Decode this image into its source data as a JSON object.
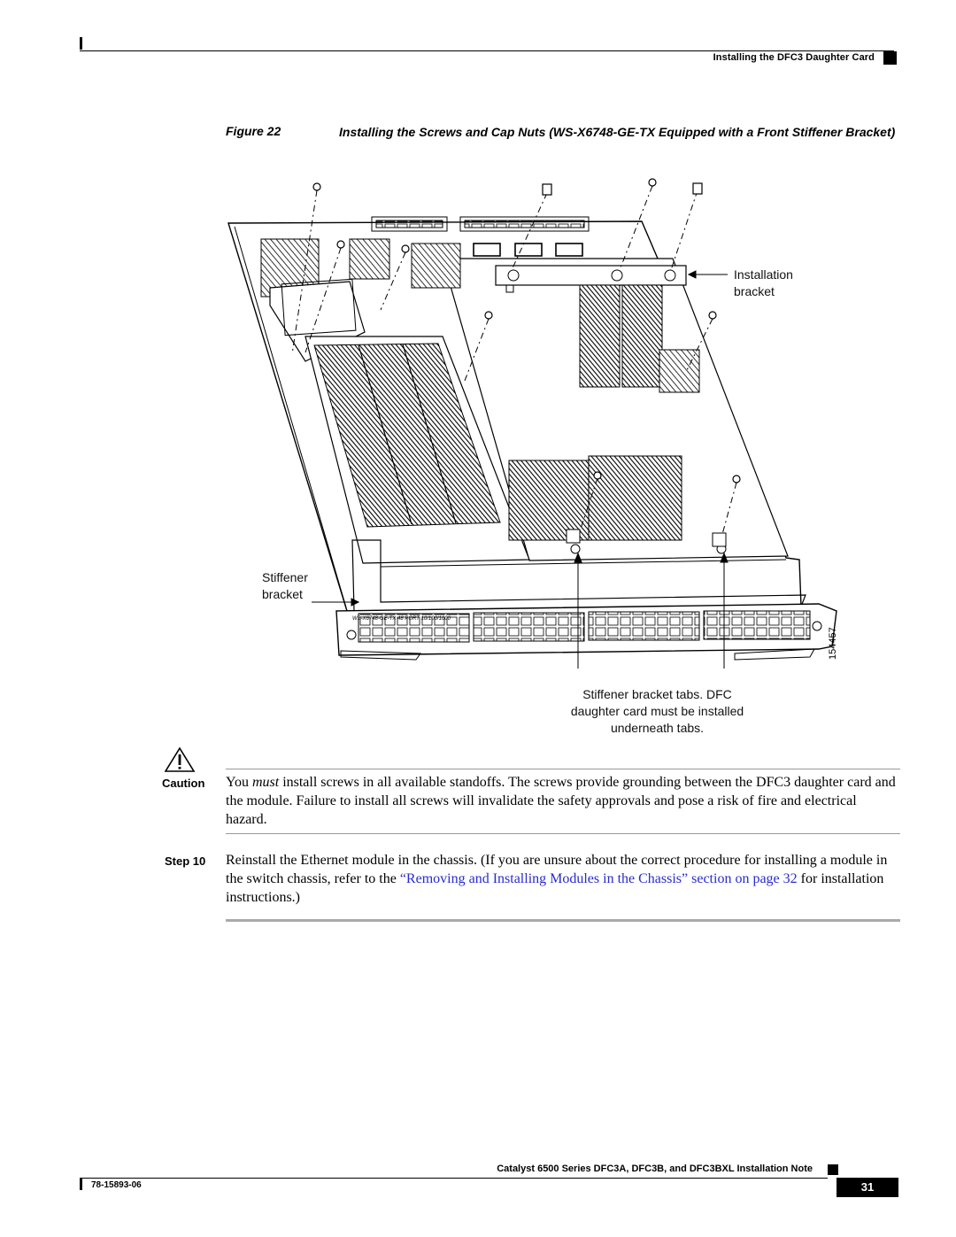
{
  "header": {
    "section_title": "Installing the DFC3 Daughter Card"
  },
  "figure": {
    "label": "Figure 22",
    "caption": "Installing the Screws and Cap Nuts (WS-X6748-GE-TX Equipped with a Front Stiffener Bracket)",
    "callouts": {
      "installation_bracket": [
        "Installation",
        "bracket"
      ],
      "stiffener_bracket": [
        "Stiffener",
        "bracket"
      ],
      "tabs_note": [
        "Stiffener bracket tabs. DFC",
        "daughter card must be installed",
        "underneath tabs."
      ]
    },
    "faceplate_text": "WS-X6748-GE-TX 48 PORT 10/100/1000",
    "figure_number": "154457"
  },
  "caution": {
    "label": "Caution",
    "text_before": "You ",
    "emphasis": "must",
    "text_after": " install screws in all available standoffs. The screws provide grounding between the DFC3 daughter card and the module. Failure to install all screws will invalidate the safety approvals and pose a risk of fire and electrical hazard."
  },
  "step": {
    "label": "Step 10",
    "text_before": "Reinstall the Ethernet module in the chassis. (If you are unsure about the correct procedure for installing a module in the switch chassis, refer to the ",
    "link": "“Removing and Installing Modules in the Chassis” section on page 32",
    "text_after": " for installation instructions.)"
  },
  "footer": {
    "title": "Catalyst 6500 Series DFC3A, DFC3B, and DFC3BXL Installation Note",
    "doc_number": "78-15893-06",
    "page_number": "31"
  },
  "colors": {
    "link": "#2a2ad0",
    "rule": "#999999"
  }
}
